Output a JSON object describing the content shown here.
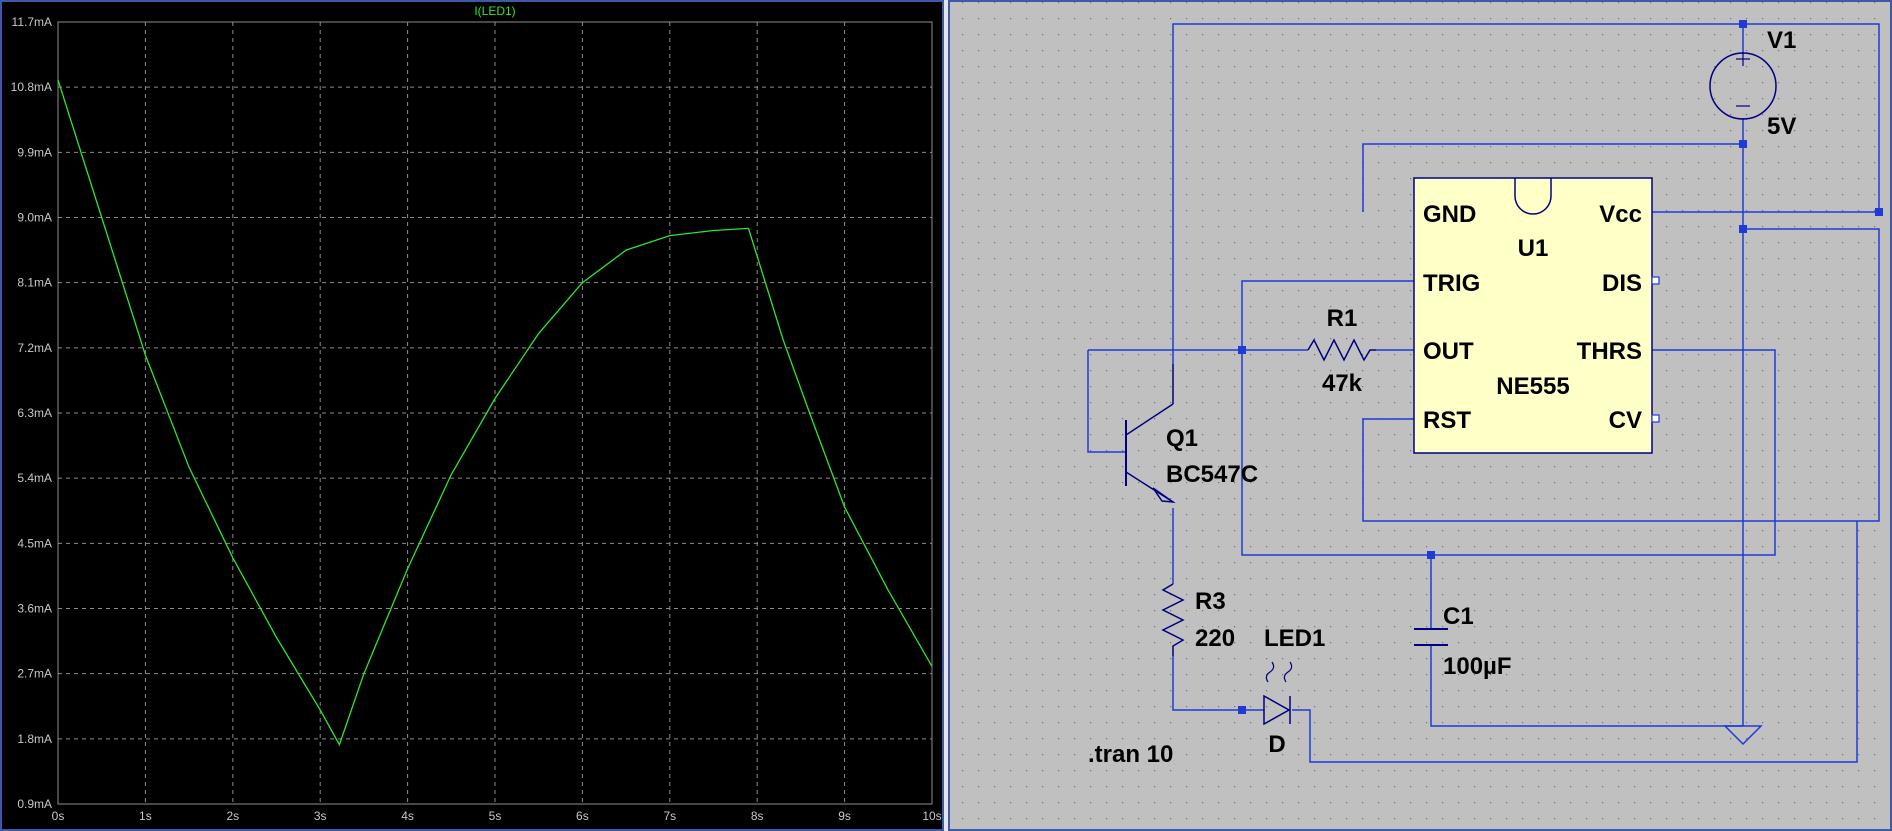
{
  "waveform": {
    "trace_name": "I(LED1)",
    "colors": {
      "background": "#000000",
      "trace": "#2ee62e",
      "grid": "#8c8c8c",
      "axis_text": "#c8c8c8"
    }
  },
  "chart_data": {
    "type": "line",
    "title": "I(LED1)",
    "xlabel": "",
    "ylabel": "",
    "x_ticks": [
      "0s",
      "1s",
      "2s",
      "3s",
      "4s",
      "5s",
      "6s",
      "7s",
      "8s",
      "9s",
      "10s"
    ],
    "y_ticks": [
      "0.9mA",
      "1.8mA",
      "2.7mA",
      "3.6mA",
      "4.5mA",
      "5.4mA",
      "6.3mA",
      "7.2mA",
      "8.1mA",
      "9.0mA",
      "9.9mA",
      "10.8mA",
      "11.7mA"
    ],
    "xlim": [
      0,
      10
    ],
    "ylim": [
      0.9,
      11.7
    ],
    "grid": true,
    "series": [
      {
        "name": "I(LED1)",
        "color": "#2ee62e",
        "x": [
          0,
          0.5,
          1.0,
          1.5,
          2.0,
          2.5,
          3.0,
          3.22,
          3.5,
          4.0,
          4.5,
          5.0,
          5.5,
          6.0,
          6.5,
          7.0,
          7.5,
          7.9,
          8.3,
          8.6,
          9.0,
          9.5,
          10.0
        ],
        "values": [
          10.9,
          9.0,
          7.1,
          5.55,
          4.3,
          3.2,
          2.2,
          1.72,
          2.7,
          4.15,
          5.45,
          6.5,
          7.4,
          8.1,
          8.55,
          8.75,
          8.82,
          8.85,
          7.3,
          6.3,
          5.0,
          3.85,
          2.8
        ]
      }
    ]
  },
  "schematic": {
    "colors": {
      "background": "#c0c0c0",
      "wire": "#1f3ad6",
      "component": "#000080",
      "ic_fill": "#ffffc8",
      "text": "#000000"
    },
    "v1": {
      "name": "V1",
      "value": "5V"
    },
    "u1": {
      "name": "U1",
      "part": "NE555",
      "pins": {
        "gnd": "GND",
        "vcc": "Vcc",
        "trig": "TRIG",
        "dis": "DIS",
        "out": "OUT",
        "thrs": "THRS",
        "rst": "RST",
        "cv": "CV"
      }
    },
    "r1": {
      "name": "R1",
      "value": "47k"
    },
    "q1": {
      "name": "Q1",
      "part": "BC547C"
    },
    "r3": {
      "name": "R3",
      "value": "220"
    },
    "led1": {
      "name": "LED1",
      "type": "D"
    },
    "c1": {
      "name": "C1",
      "value": "100µF"
    },
    "directive": ".tran 10"
  }
}
